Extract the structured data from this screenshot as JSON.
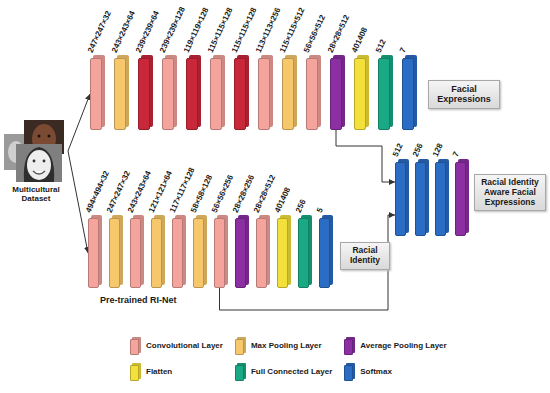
{
  "diagram": {
    "nodes": [
      {
        "text": [
          "Multicultural Dataset"
        ]
      },
      {
        "text": [
          "247×247×32"
        ]
      },
      {
        "text": [
          "243×243×64"
        ]
      },
      {
        "text": [
          "239×239×64"
        ]
      },
      {
        "text": [
          "239×239×128"
        ]
      },
      {
        "text": [
          "119×119×128"
        ]
      },
      {
        "text": [
          "115×115×128"
        ]
      },
      {
        "text": [
          "115×115×128"
        ]
      },
      {
        "text": [
          "113×113×256"
        ]
      },
      {
        "text": [
          "115×115×512"
        ]
      },
      {
        "text": [
          "56×56×512"
        ]
      },
      {
        "text": [
          "28×28×512"
        ]
      },
      {
        "text": [
          "401408"
        ]
      },
      {
        "text": [
          "512"
        ]
      },
      {
        "text": [
          "7"
        ]
      },
      {
        "text": [
          "Facial Expressions"
        ]
      },
      {
        "text": [
          "494×494×32"
        ]
      },
      {
        "text": [
          "247×247×32"
        ]
      },
      {
        "text": [
          "243×243×64"
        ]
      },
      {
        "text": [
          "121×121×64"
        ]
      },
      {
        "text": [
          "117×117×128"
        ]
      },
      {
        "text": [
          "58×58×128"
        ]
      },
      {
        "text": [
          "56×56×256"
        ]
      },
      {
        "text": [
          "28×28×256"
        ]
      },
      {
        "text": [
          "28×28×512"
        ]
      },
      {
        "text": [
          "401408"
        ]
      },
      {
        "text": [
          "256"
        ]
      },
      {
        "text": [
          "5"
        ]
      },
      {
        "text": [
          "Racial Identity"
        ]
      },
      {
        "text": [
          "512"
        ]
      },
      {
        "text": [
          "256"
        ]
      },
      {
        "text": [
          "128"
        ]
      },
      {
        "text": [
          "7"
        ]
      },
      {
        "text": [
          "Racial Identity Aware Facial Expressions"
        ]
      }
    ],
    "edges": [
      {
        "from": 0,
        "to": 1,
        "arrow": "to"
      },
      {
        "from": 0,
        "to": 16,
        "arrow": "to"
      },
      {
        "from": 11,
        "to": 29,
        "arrow": "to"
      },
      {
        "from": 22,
        "to": 29,
        "arrow": "to"
      }
    ],
    "labels": [
      "Pre-trained RI-Net"
    ],
    "legend": [
      {
        "text": "Convolutional Layer",
        "color": "#f4a49c"
      },
      {
        "text": "Max Pooling Layer",
        "color": "#f7c86b"
      },
      {
        "text": "Average Pooling Layer",
        "color": "#8b2fa3"
      },
      {
        "text": "Flatten",
        "color": "#f3e03b"
      },
      {
        "text": "Full Connected Layer",
        "color": "#19a985"
      },
      {
        "text": "Softmax",
        "color": "#2b6cc4"
      }
    ]
  }
}
